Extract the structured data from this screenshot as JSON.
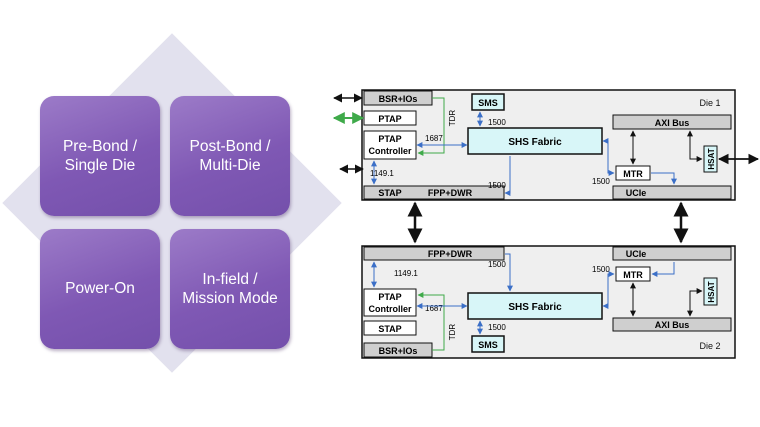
{
  "quadrants": {
    "top_left": [
      "Pre-Bond /",
      "Single Die"
    ],
    "top_right": [
      "Post-Bond /",
      "Multi-Die"
    ],
    "bottom_left": [
      "Power-On"
    ],
    "bottom_right": [
      "In-field /",
      "Mission Mode"
    ]
  },
  "die1": {
    "label": "Die 1",
    "bsr_ios": "BSR+IOs",
    "ptap": "PTAP",
    "ptap_controller": [
      "PTAP",
      "Controller"
    ],
    "stap": "STAP",
    "fpp_dwr": "FPP+DWR",
    "sms": "SMS",
    "shs_fabric": "SHS Fabric",
    "axi_bus": "AXI Bus",
    "mtr": "MTR",
    "hsat": "HSAT",
    "ucie": "UCIe",
    "tdr": "TDR",
    "n1500_sms": "1500",
    "n1687": "1687",
    "n1149": "1149.1",
    "n1500_fpp": "1500",
    "n1500_mtr": "1500"
  },
  "die2": {
    "label": "Die 2",
    "fpp_dwr": "FPP+DWR",
    "ucie": "UCIe",
    "ptap_controller": [
      "PTAP",
      "Controller"
    ],
    "stap": "STAP",
    "bsr_ios": "BSR+IOs",
    "sms": "SMS",
    "shs_fabric": "SHS Fabric",
    "axi_bus": "AXI Bus",
    "mtr": "MTR",
    "hsat": "HSAT",
    "tdr": "TDR",
    "n1149": "1149.1",
    "n1500_fpp": "1500",
    "n1687": "1687",
    "n1500_sms": "1500",
    "n1500_mtr": "1500"
  },
  "colors": {
    "quadrant_purple": "#8a65bd",
    "cyan_block": "#d8f6f8",
    "gray_bar": "#cfcfcf",
    "die_panel": "#efefef",
    "blue_arrow": "#3b6fc7",
    "green_arrow": "#3faa4a"
  }
}
